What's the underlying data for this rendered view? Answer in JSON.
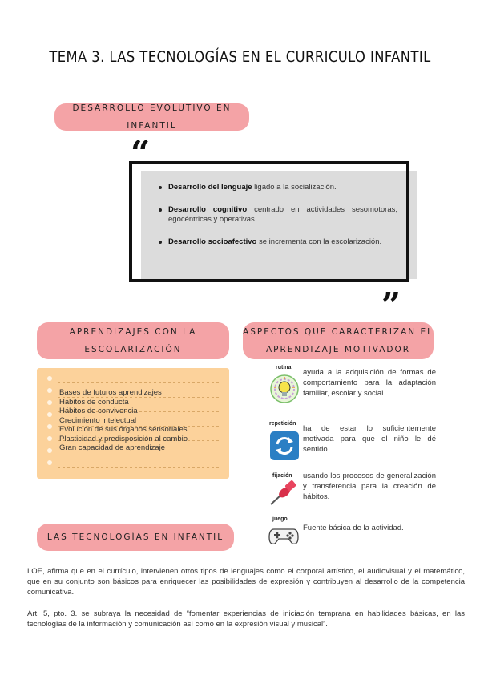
{
  "title": "TEMA 3. LAS TECNOLOGÍAS  EN EL CURRICULO INFANTIL",
  "section1": {
    "heading": "DESARROLLO EVOLUTIVO EN INFANTIL",
    "quote_open": "“",
    "quote_close": "”",
    "bullets": [
      {
        "bold": "Desarrollo del lenguaje",
        "text": " ligado a la socialización."
      },
      {
        "bold": "Desarrollo cognitivo",
        "text": " centrado en actividades sesomotoras, egocéntricas y operativas."
      },
      {
        "bold": "Desarrollo socioafectivo",
        "text": " se incrementa con la escolarización."
      }
    ]
  },
  "section2": {
    "heading_line1": "APRENDIZAJES CON LA",
    "heading_line2": "ESCOLARIZACIÓN",
    "items": [
      "Bases de futuros aprendizajes",
      "Hábitos de conducta",
      "Hábitos de convivencia",
      "Crecimiento intelectual",
      "Evolución de sus órganos sensoriales",
      "Plasticidad y predisposición al cambio",
      "Gran capacidad de aprendizaje"
    ]
  },
  "section3": {
    "heading_line1": "ASPECTOS QUE CARACTERIZAN EL",
    "heading_line2": "APRENDIZAJE MOTIVADOR",
    "features": [
      {
        "label": "rutina",
        "icon": "lightbulb-icon",
        "text": "ayuda a la adquisición de formas de comportamiento para la adaptación familiar, escolar y social."
      },
      {
        "label": "repetición",
        "icon": "repeat-icon",
        "text": "ha de estar lo suficientemente motivada para que el niño le dé sentido."
      },
      {
        "label": "fijación",
        "icon": "pushpin-icon",
        "text": "usando los procesos de generalización y transferencia para la creación de hábitos."
      },
      {
        "label": "juego",
        "icon": "gamepad-icon",
        "text": "Fuente básica de la actividad."
      }
    ]
  },
  "section4": {
    "heading": "LAS TECNOLOGÍAS EN INFANTIL",
    "paragraph1": "LOE, afirma que en el currículo, intervienen otros tipos de lenguajes como el corporal artístico, el audiovisual y el matemático, que en su conjunto son básicos para enriquecer las posibilidades de expresión y contribuyen al desarrollo de la competencia comunicativa.",
    "paragraph2": "Art. 5, pto. 3.  se subraya la necesidad de “fomentar experiencias de iniciación temprana en habilidades básicas, en las tecnologías de la información y comunicación así como en la expresión visual y musical”."
  },
  "colors": {
    "pill": "#f4a3a6",
    "notepad": "#fcd29b",
    "shadow": "#dcdcdc",
    "repeat": "#2b7fc4",
    "pin": "#d8304a"
  }
}
